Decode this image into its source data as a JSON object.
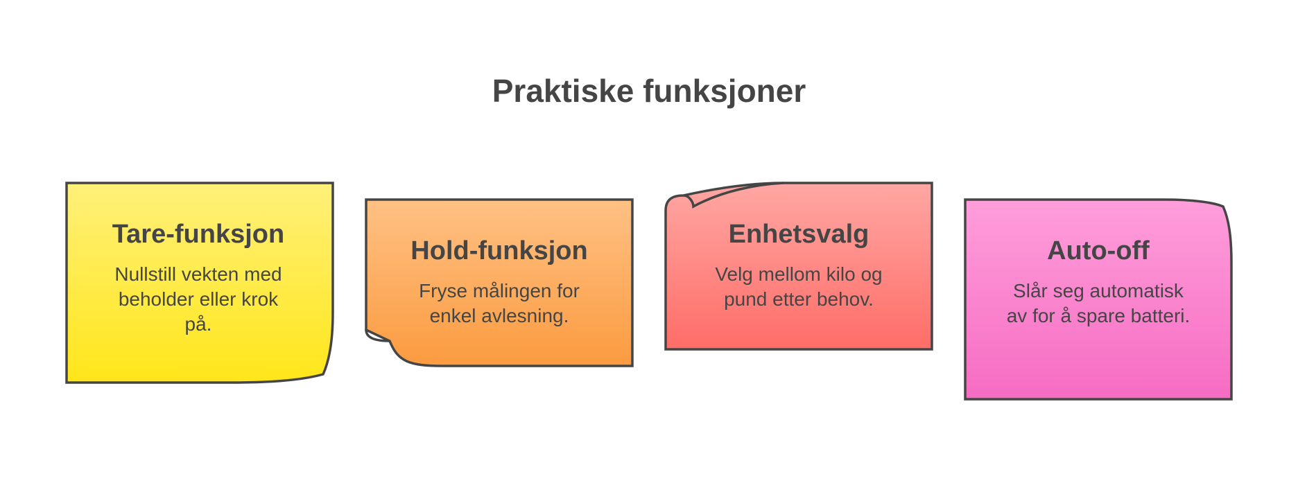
{
  "title": "Praktiske funksjoner",
  "notes": [
    {
      "heading": "Tare-funksjon",
      "desc": "Nullstill vekten med beholder eller krok på.",
      "color_top": "#fff07a",
      "color_bottom": "#ffe61a"
    },
    {
      "heading": "Hold-funksjon",
      "desc": "Fryse målingen for enkel avlesning.",
      "color_top": "#ffc184",
      "color_bottom": "#fb9b40"
    },
    {
      "heading": "Enhetsvalg",
      "desc": "Velg mellom kilo og pund etter behov.",
      "color_top": "#ffa7a3",
      "color_bottom": "#ff6d68"
    },
    {
      "heading": "Auto-off",
      "desc": "Slår seg automatisk av for å spare batteri.",
      "color_top": "#ff9edb",
      "color_bottom": "#f66cc2"
    }
  ],
  "outline_color": "#454545"
}
